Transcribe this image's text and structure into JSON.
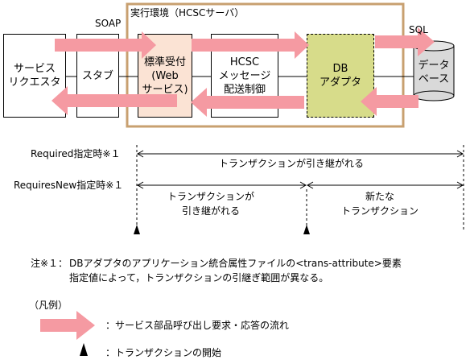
{
  "env": {
    "label": "実行環境（HCSCサーバ）",
    "frame_color": "#c8a070"
  },
  "labels": {
    "soap": "SOAP",
    "sql": "SQL"
  },
  "boxes": {
    "requester": "サービス\nリクエスタ",
    "stub": "スタブ",
    "standard_receiver": "標準受付\n(Web\nサービス)",
    "hcsc_control": "HCSC\nメッセージ\n配送制御",
    "db_adapter": "DB\nアダプタ",
    "database": "データ\nベース"
  },
  "transactions": {
    "required": {
      "label": "Required指定時※１",
      "span": "トランザクションが引き継がれる"
    },
    "requires_new": {
      "label": "RequiresNew指定時※１",
      "span1": "トランザクションが\n引き継がれる",
      "span2": "新たな\nトランザクション"
    }
  },
  "note": {
    "label": "注※１：",
    "line1": "DBアダプタのアプリケーション統合属性ファイルの<trans-attribute>要素",
    "line2": "指定値によって，トランザクションの引継ぎ範囲が異なる。"
  },
  "legend": {
    "title": "（凡例）",
    "arrow_desc": "：サービス部品呼び出し要求・応答の流れ",
    "triangle_desc": "：トランザクションの開始"
  },
  "colors": {
    "arrow": "#f59aa2",
    "receiver_fill": "#fbe3d4",
    "adapter_fill": "#d7dc8a",
    "database_fill": "#d9d9d9"
  }
}
